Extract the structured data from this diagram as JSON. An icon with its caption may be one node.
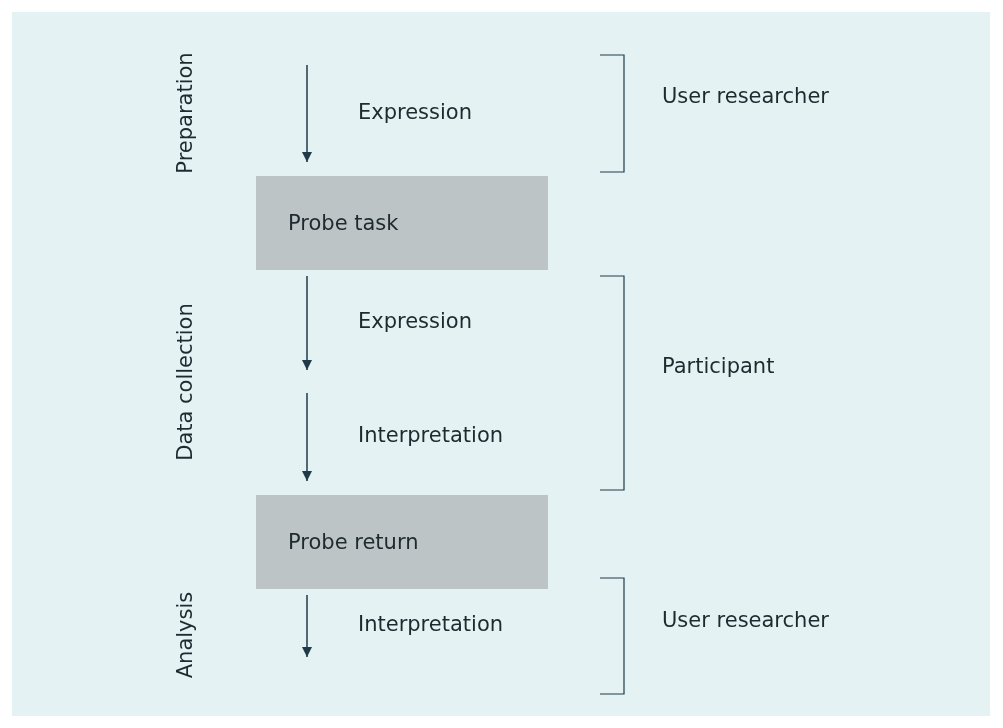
{
  "diagram": {
    "nodes": [
      {
        "text": [
          "Probe task"
        ]
      },
      {
        "text": [
          "Probe return"
        ]
      }
    ],
    "edges": [
      {
        "from": null,
        "to": 0,
        "arrow": "to",
        "label": "Expression"
      },
      {
        "from": 0,
        "to": null,
        "arrow": "to",
        "label": "Expression"
      },
      {
        "from": null,
        "to": 1,
        "arrow": "to",
        "label": "Interpretation"
      },
      {
        "from": 1,
        "to": null,
        "arrow": "to",
        "label": "Interpretation"
      }
    ],
    "labels": [
      "Preparation",
      "User researcher",
      "Data collection",
      "Participant",
      "Analysis",
      "User researcher"
    ]
  }
}
